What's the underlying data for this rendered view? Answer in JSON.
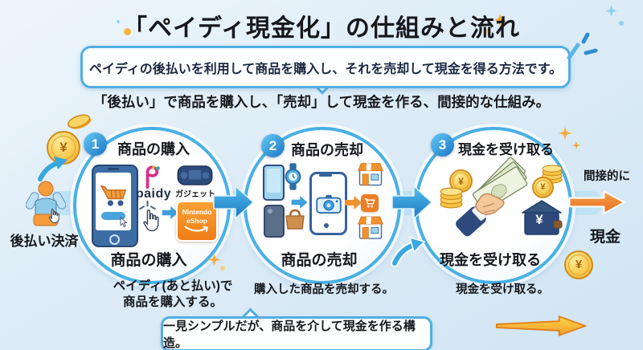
{
  "title": "「ペイディ現金化」の仕組みと流れ",
  "intro_banner": "ペイディの後払いを利用して商品を購入し、それを売却して現金を得る方法です。",
  "subtitle": "「後払い」で商品を購入し、「売却」して現金を作る、間接的な仕組み。",
  "left_flow": {
    "label": "後払い決済"
  },
  "right_flow": {
    "top_label": "間接的に",
    "bottom_label": "現金"
  },
  "steps": [
    {
      "number": "1",
      "title": "商品の購入",
      "inner_label": "商品の購入",
      "caption": "ペイディ(あと払い)で\n商品を購入する。"
    },
    {
      "number": "2",
      "title": "商品の売却",
      "inner_label": "商品の売却",
      "caption": "購入した商品を売却する。"
    },
    {
      "number": "3",
      "title": "現金を受け取る",
      "inner_label": "現金を受け取る",
      "caption": "現金を受け取る。"
    }
  ],
  "step1_labels": {
    "paidy_logo": "paidy",
    "gadget": "ガジェット",
    "eshop_line1": "Nintendo",
    "eshop_line2": "eShop"
  },
  "bottom_banner": "一見シンプルだが、商品を介して現金を作る構造。",
  "currency_symbol": "¥",
  "icons": {
    "left": [
      "gold-coins",
      "curved-up-arrow",
      "person-clicking"
    ],
    "step1": [
      "smartphone-with-cart",
      "paidy-logo",
      "click-hand",
      "game-controller",
      "nintendo-eshop-card"
    ],
    "step2": [
      "phone",
      "watch",
      "phone-case",
      "handbag",
      "smartphone-camera",
      "shop",
      "cart-app-icon"
    ],
    "step3": [
      "yen-coins",
      "hand-holding-banknotes",
      "coin-stacks",
      "bank-with-yen"
    ]
  },
  "colors": {
    "background": "#ddecf7",
    "text": "#16181d",
    "banner_border": "#52aee2",
    "circle_border": "#49b0e4",
    "band_blue": "#bfe2f4",
    "arrow_blue": "#1f86c9",
    "arrow_orange": "#ee7e26",
    "coin_gold": "#f6c445",
    "paidy_pink": "#d63384",
    "eshop_orange": "#f6881f",
    "navy": "#2e4a7d"
  }
}
